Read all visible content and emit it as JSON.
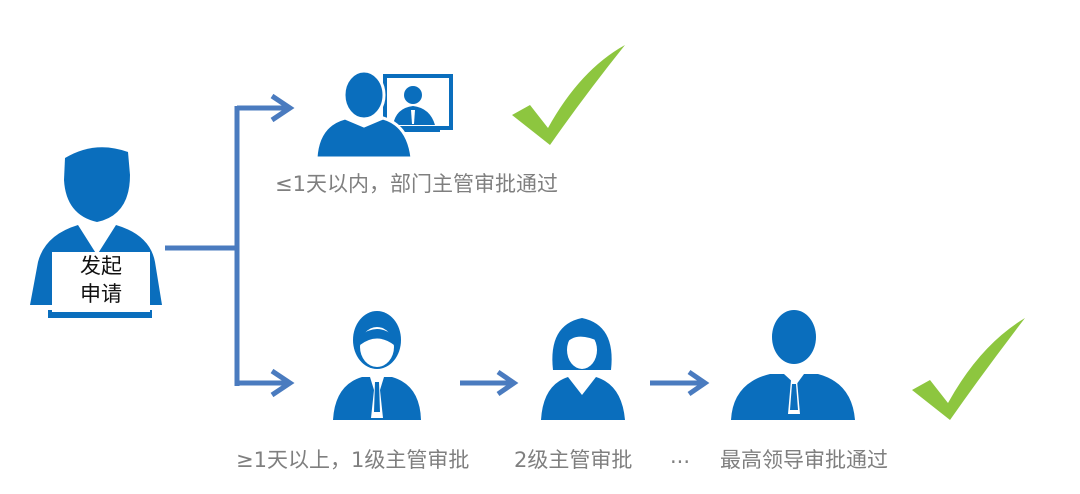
{
  "initiator": {
    "label_line1": "发起",
    "label_line2": "申请"
  },
  "branches": {
    "short": {
      "condition_label": "≤1天以内，部门主管审批通过"
    },
    "long": {
      "step1_label": "≥1天以上，1级主管审批",
      "step2_label": "2级主管审批",
      "ellipsis": "...",
      "final_label": "最高领导审批通过"
    }
  },
  "colors": {
    "icon": "#0a6ebd",
    "connector": "#4a7bbf",
    "check": "#8dc63f",
    "text": "#7f7f7f"
  }
}
